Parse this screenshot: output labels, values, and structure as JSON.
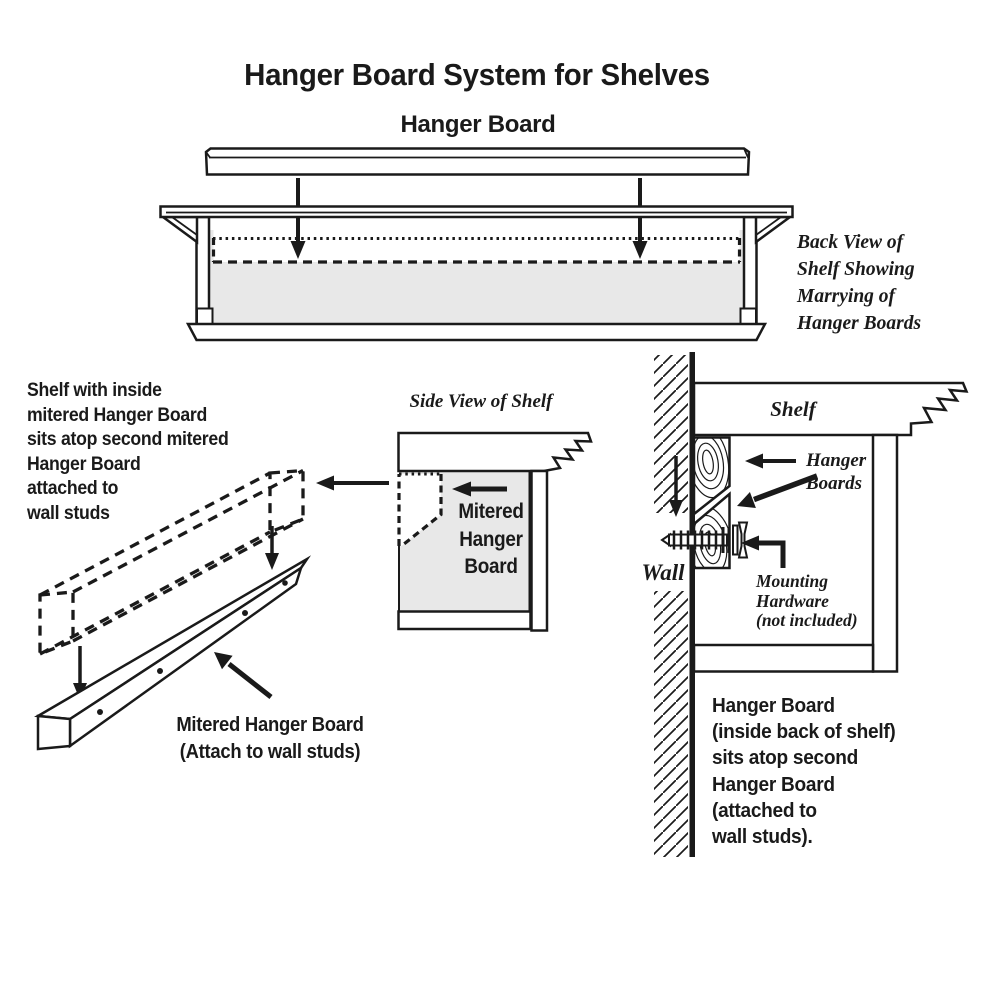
{
  "title": "Hanger Board System for Shelves",
  "top_diagram": {
    "board_label": "Hanger Board",
    "caption_lines": [
      "Back View of",
      "Shelf Showing",
      "Marrying of",
      "Hanger Boards"
    ]
  },
  "left_diagram": {
    "note_lines": [
      "Shelf with inside",
      "mitered Hanger Board",
      "sits atop second mitered",
      "Hanger Board",
      "attached to",
      "wall studs"
    ],
    "label_lines": [
      "Mitered Hanger Board",
      "(Attach to wall studs)"
    ]
  },
  "side_view": {
    "title": "Side View of Shelf",
    "label_lines": [
      "Mitered",
      "Hanger",
      "Board"
    ]
  },
  "right_diagram": {
    "shelf_label": "Shelf",
    "wall_label": "Wall",
    "hanger_boards_lines": [
      "Hanger",
      "Boards"
    ],
    "mounting_lines": [
      "Mounting",
      "Hardware",
      "(not included)"
    ],
    "note_lines": [
      "Hanger Board",
      "(inside back of shelf)",
      "sits atop second",
      "Hanger Board",
      "(attached to",
      "wall studs)."
    ]
  },
  "colors": {
    "ink": "#1a1a1a",
    "panel": "#e8e8e8"
  }
}
